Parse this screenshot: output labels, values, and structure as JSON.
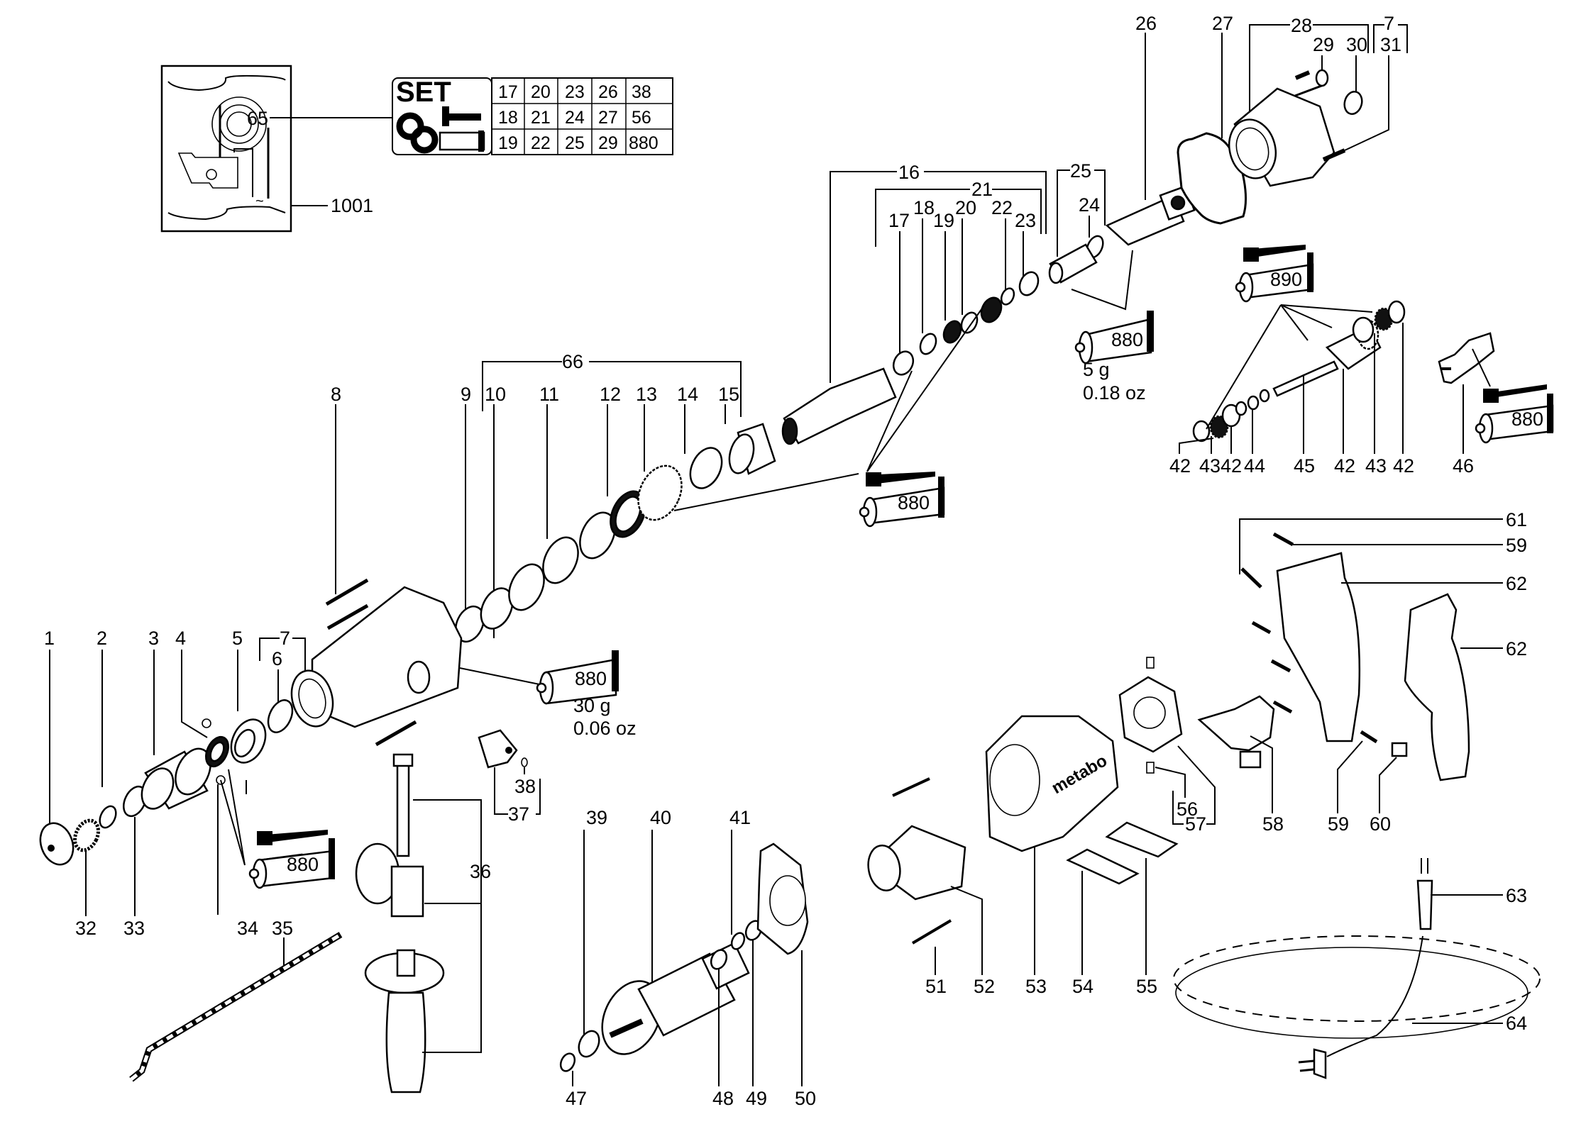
{
  "diagram": {
    "title": "Rotary hammer exploded parts diagram",
    "brand_on_housing": "metabo",
    "set_kit": {
      "ref": "65",
      "badge": "SET",
      "grid": [
        [
          "17",
          "20",
          "23",
          "26",
          "38"
        ],
        [
          "18",
          "21",
          "24",
          "27",
          "56"
        ],
        [
          "19",
          "22",
          "25",
          "29",
          "880"
        ]
      ]
    },
    "wiring_inset": {
      "ref": "1001",
      "ac_symbol": "~"
    },
    "grease_tubes": [
      {
        "code": "880",
        "amount_g": "30 g",
        "amount_oz": "0.06 oz"
      },
      {
        "code": "880",
        "amount_g": "5 g",
        "amount_oz": "0.18 oz"
      },
      {
        "code": "880"
      },
      {
        "code": "880"
      },
      {
        "code": "890"
      },
      {
        "code": "880"
      }
    ],
    "part_labels": {
      "p1": "1",
      "p2": "2",
      "p3": "3",
      "p4": "4",
      "p5": "5",
      "p6": "6",
      "p7a": "7",
      "p7b": "7",
      "p8": "8",
      "p9": "9",
      "p10": "10",
      "p11": "11",
      "p12": "12",
      "p13": "13",
      "p14": "14",
      "p15": "15",
      "p16": "16",
      "p17": "17",
      "p18": "18",
      "p19": "19",
      "p20": "20",
      "p21": "21",
      "p22": "22",
      "p23": "23",
      "p24": "24",
      "p25": "25",
      "p26": "26",
      "p27": "27",
      "p28": "28",
      "p29": "29",
      "p30": "30",
      "p31": "31",
      "p32": "32",
      "p33": "33",
      "p34": "34",
      "p35": "35",
      "p36": "36",
      "p37": "37",
      "p38": "38",
      "p39": "39",
      "p40": "40",
      "p41": "41",
      "p42a": "42",
      "p42b": "42",
      "p42c": "42",
      "p42d": "42",
      "p43a": "43",
      "p43b": "43",
      "p44": "44",
      "p45": "45",
      "p46": "46",
      "p47": "47",
      "p48": "48",
      "p49": "49",
      "p50": "50",
      "p51": "51",
      "p52": "52",
      "p53": "53",
      "p54": "54",
      "p55": "55",
      "p56": "56",
      "p57": "57",
      "p58": "58",
      "p59a": "59",
      "p59b": "59",
      "p60": "60",
      "p61": "61",
      "p62a": "62",
      "p62b": "62",
      "p63": "63",
      "p64": "64",
      "p65": "65",
      "p66": "66"
    }
  }
}
